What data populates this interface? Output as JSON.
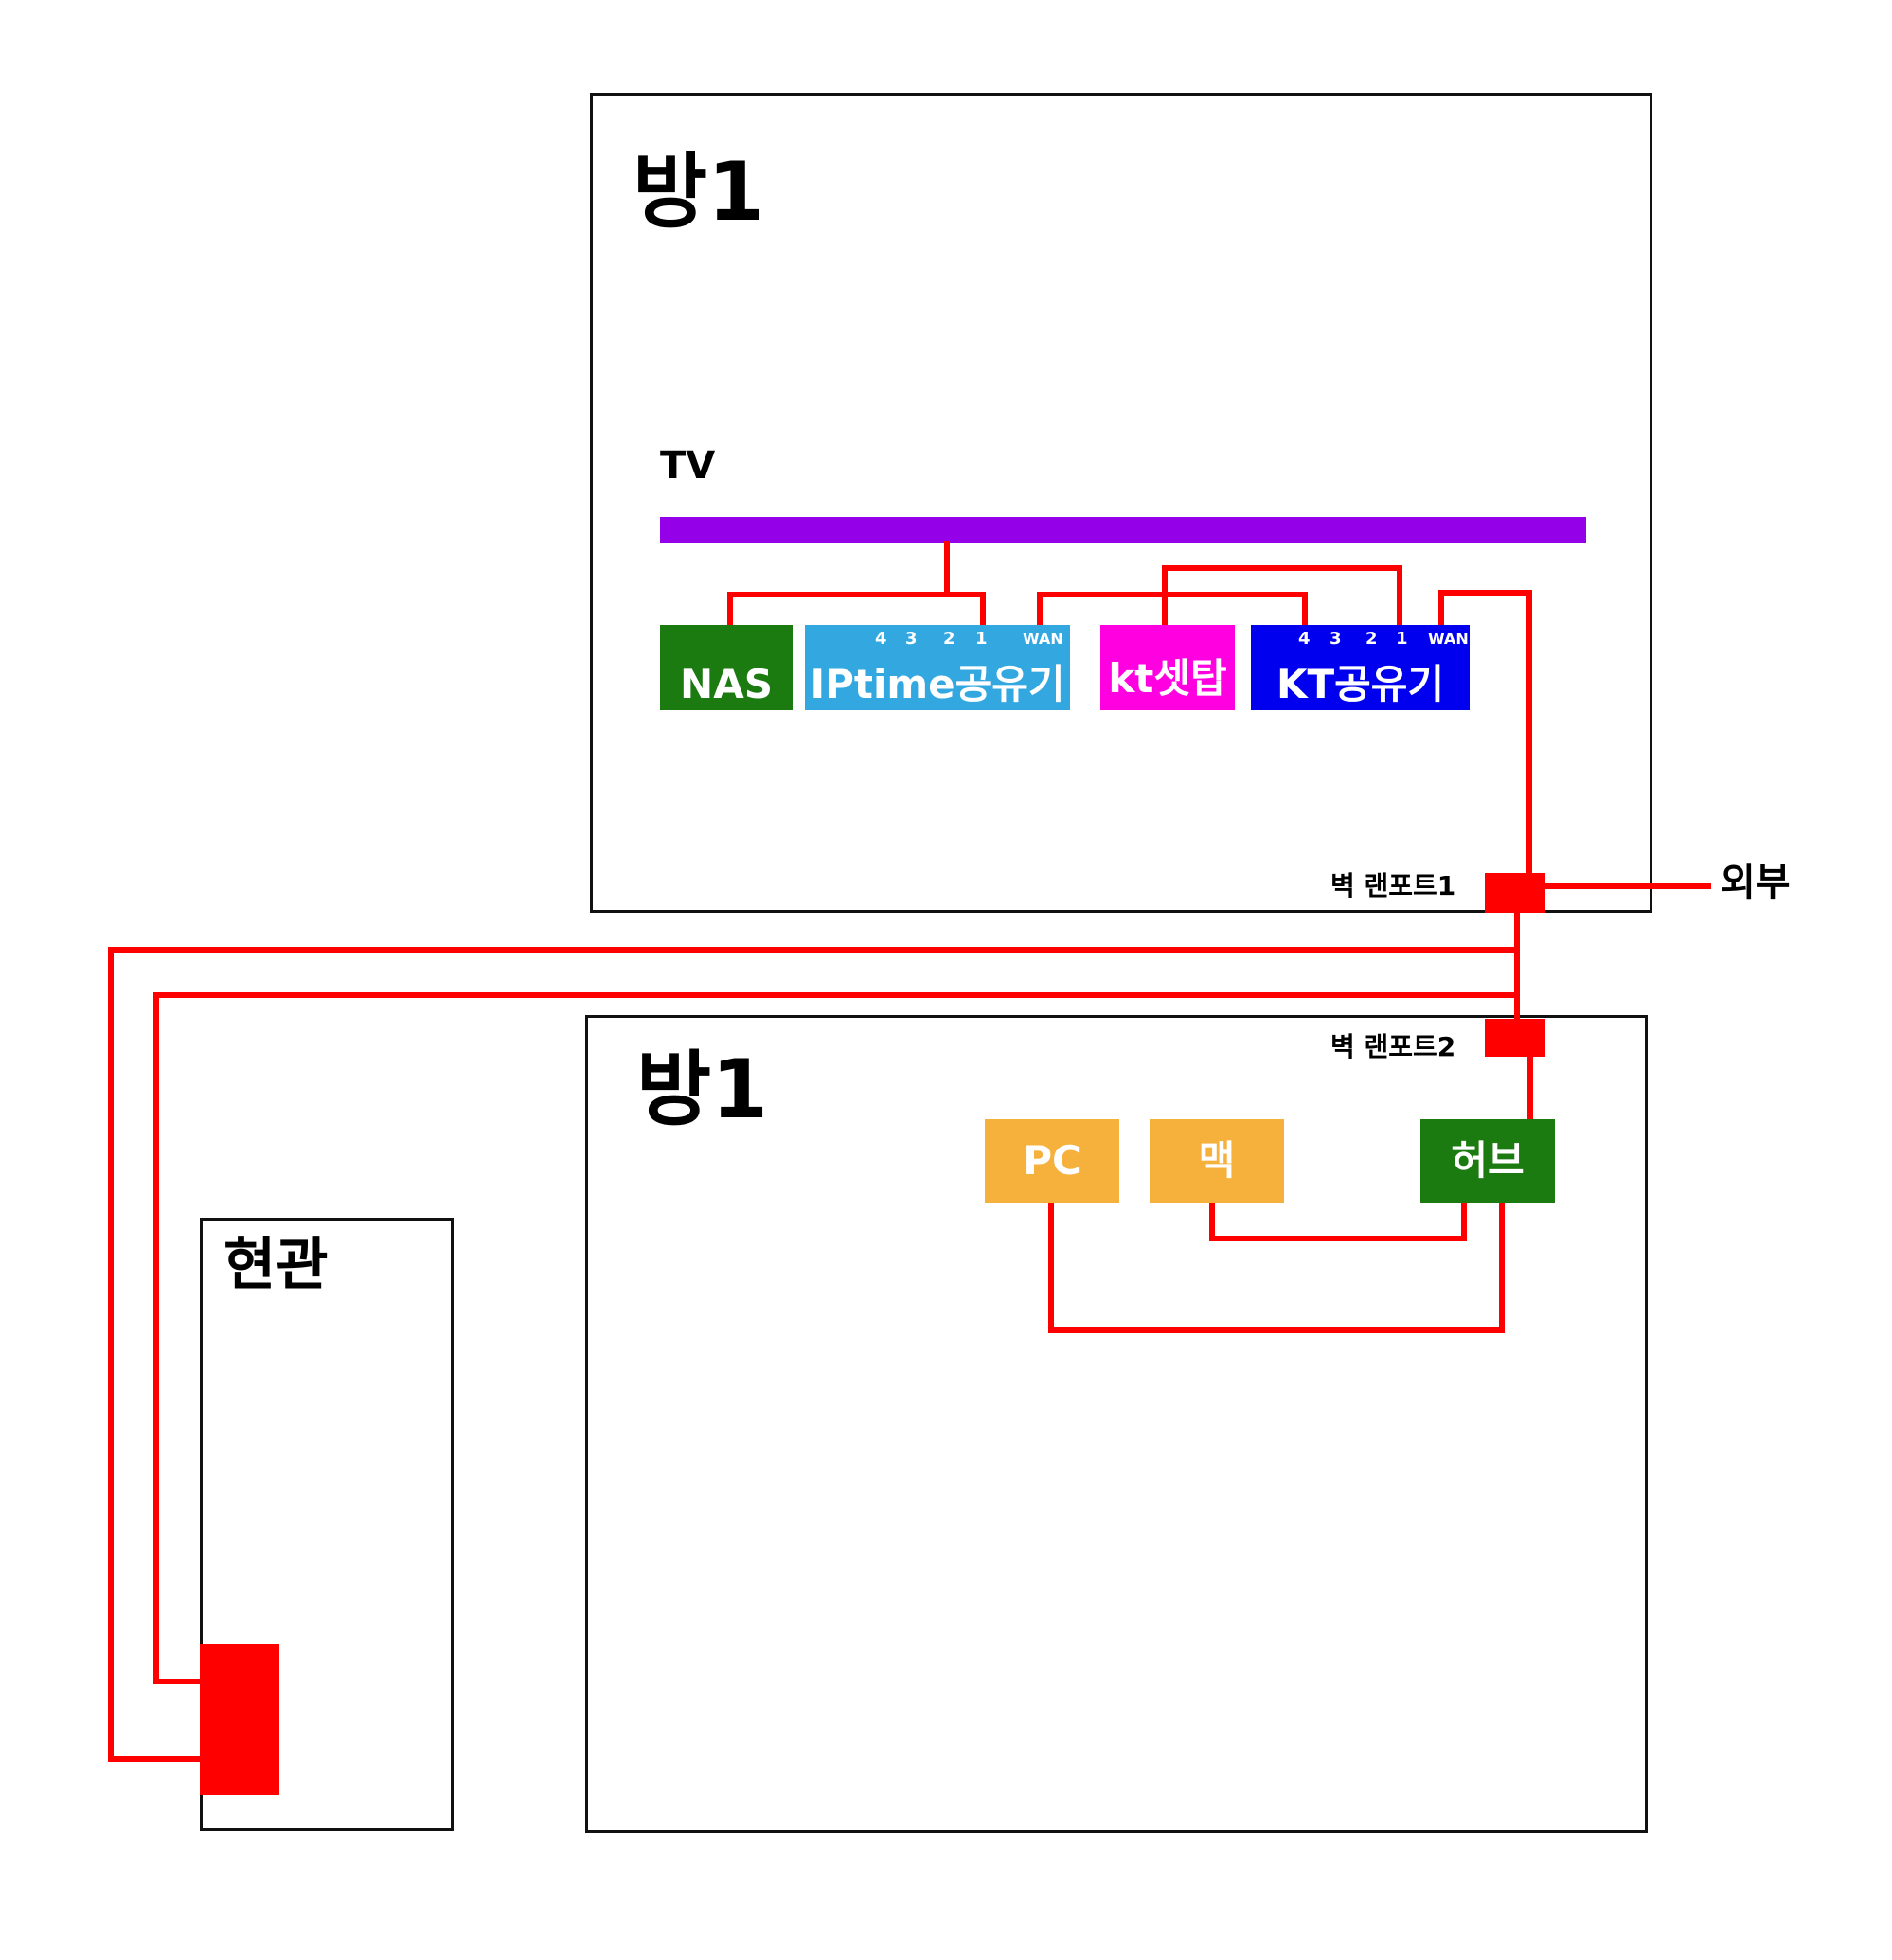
{
  "rooms": {
    "upper": {
      "title": "방1"
    },
    "lower": {
      "title": "방1"
    },
    "entrance": {
      "title": "현관"
    }
  },
  "tv": {
    "label": "TV",
    "color": "#9400e8"
  },
  "devices": {
    "nas": {
      "label": "NAS",
      "color": "#1b7a10"
    },
    "iptime": {
      "label": "IPtime공유기",
      "color": "#33a7e0",
      "ports": [
        "4",
        "3",
        "2",
        "1",
        "WAN"
      ]
    },
    "kt_settop": {
      "label": "kt셋탑",
      "color": "#ff00e0"
    },
    "kt_router": {
      "label": "KT공유기",
      "color": "#0000ee",
      "ports": [
        "4",
        "3",
        "2",
        "1",
        "WAN"
      ]
    },
    "pc": {
      "label": "PC",
      "color": "#f6b13d"
    },
    "mac": {
      "label": "맥",
      "color": "#f6b13d"
    },
    "hub": {
      "label": "허브",
      "color": "#1b7a10"
    }
  },
  "wall_ports": {
    "port1": {
      "label": "벽 랜포트1"
    },
    "port2": {
      "label": "벽 랜포트2"
    }
  },
  "external": {
    "label": "외부"
  },
  "cable_color": "#ff0000"
}
